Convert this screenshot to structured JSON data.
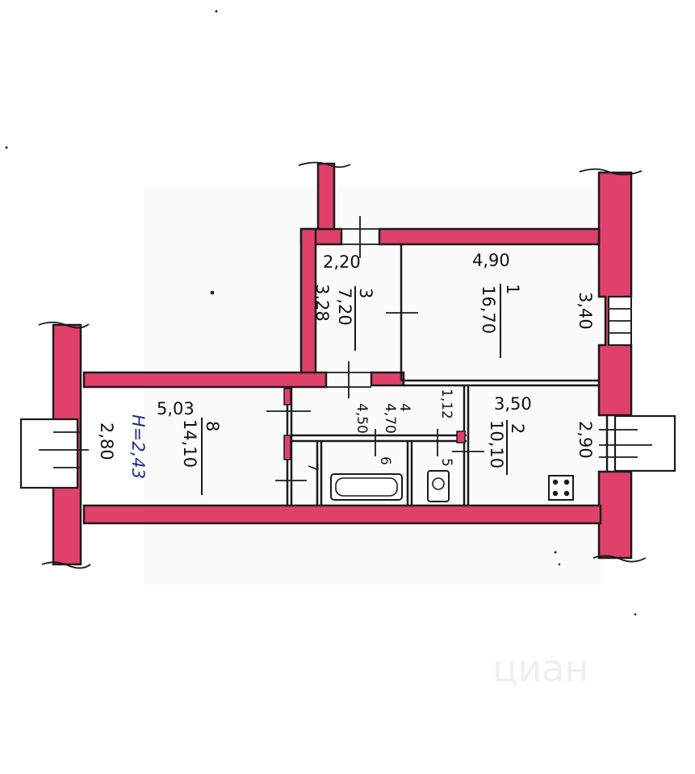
{
  "plan": {
    "ceiling_height": "H=2,43",
    "watermark": "циан",
    "colors": {
      "wall": "#e0416a",
      "line": "#1a1a1a",
      "height_text": "#1f2d86"
    },
    "rooms": [
      {
        "id": "1",
        "number": "1",
        "area": "16,70",
        "width": "4,90",
        "depth": "3,40"
      },
      {
        "id": "2",
        "number": "2",
        "area": "10,10",
        "width": "3,50",
        "depth": "2,90"
      },
      {
        "id": "3",
        "number": "3",
        "area": "7,20",
        "width": "2,20",
        "depth": "3,28"
      },
      {
        "id": "4",
        "number": "4",
        "area": "4,70",
        "width": "4,50"
      },
      {
        "id": "5",
        "number": "5",
        "area": "1,12"
      },
      {
        "id": "6",
        "number": "6"
      },
      {
        "id": "7",
        "number": "7"
      },
      {
        "id": "8",
        "number": "8",
        "area": "14,10",
        "width": "5,03",
        "depth": "2,80"
      }
    ],
    "icons": {
      "stove": "stove-icon",
      "toilet": "toilet-icon",
      "bathtub": "bathtub-icon",
      "window": "window-icon"
    }
  }
}
